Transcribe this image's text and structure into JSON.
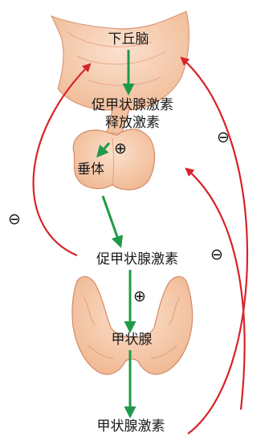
{
  "labels": {
    "hypothalamus": "下丘脑",
    "trh_line1": "促甲状腺激素",
    "trh_line2": "释放激素",
    "pituitary": "垂体",
    "tsh": "促甲状腺激素",
    "thyroid": "甲状腺",
    "thyroid_hormone": "甲状腺激素"
  },
  "signs": {
    "positive": "⊕",
    "negative": "⊖"
  },
  "colors": {
    "stimulation_arrow": "#1f9a4a",
    "feedback_arrow": "#d8232a",
    "tissue_fill": "#f6c9a8",
    "tissue_stroke": "#d48a66"
  }
}
